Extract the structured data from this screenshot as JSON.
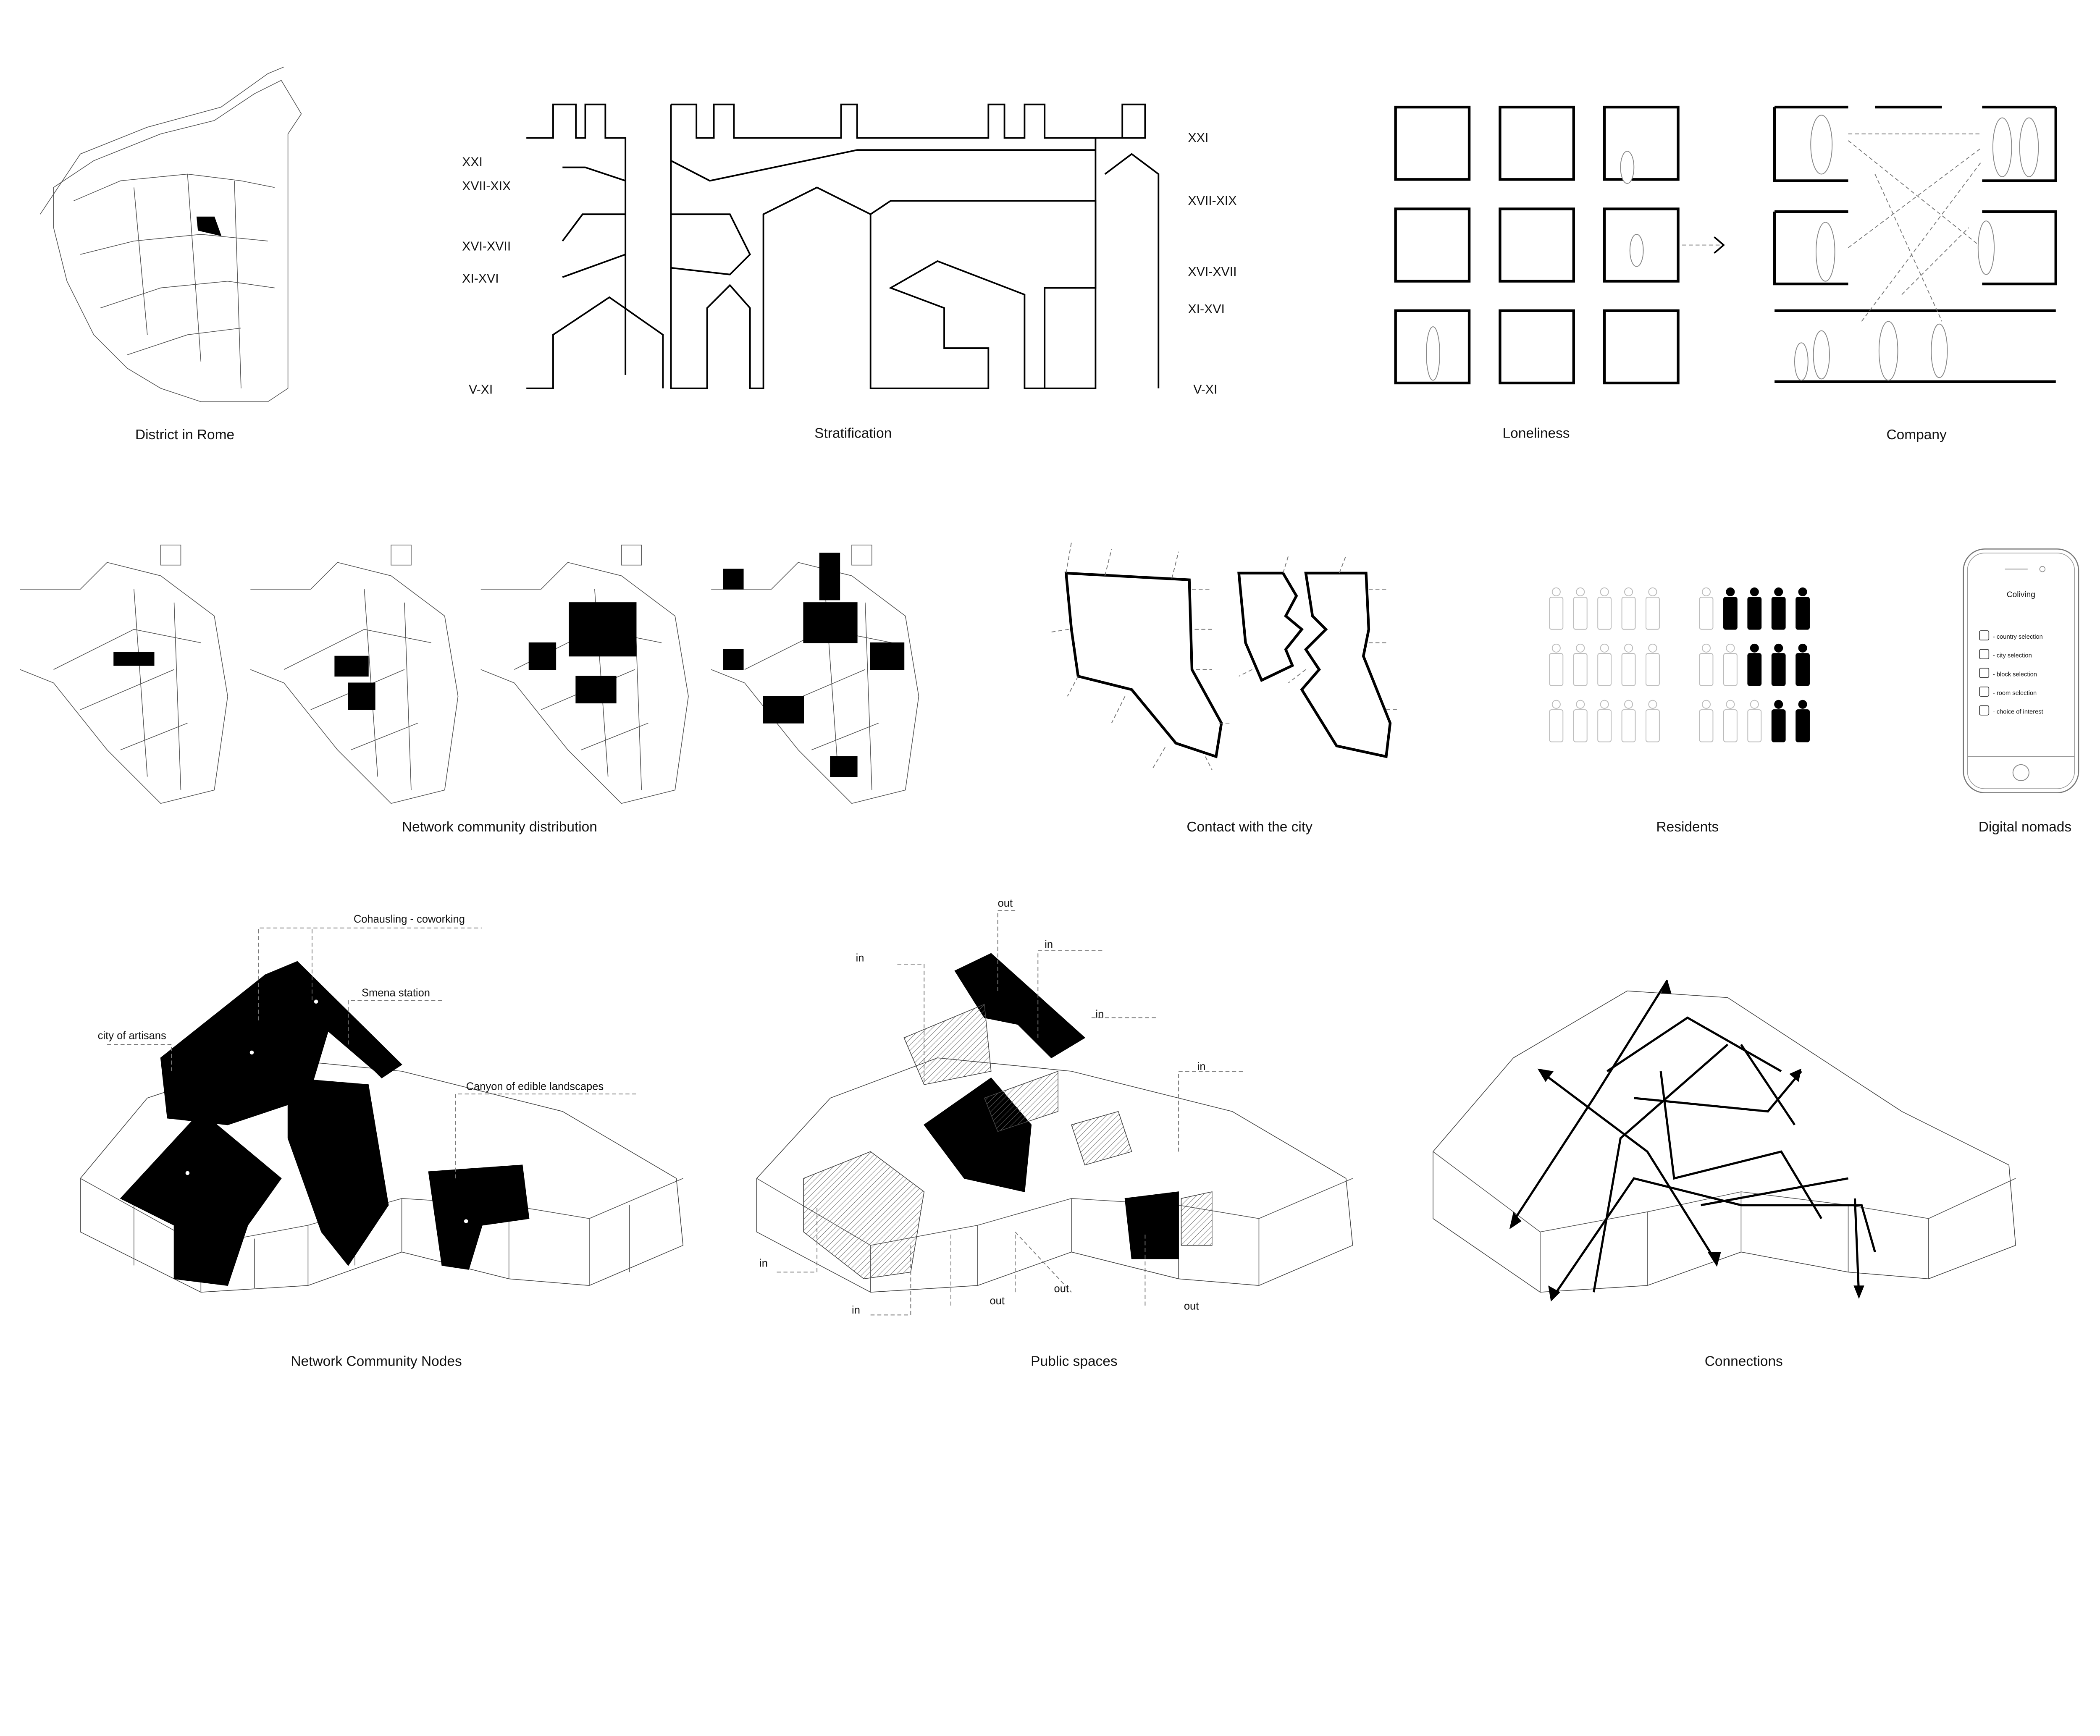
{
  "captions": {
    "district": "District in Rome",
    "stratification": "Stratification",
    "loneliness": "Loneliness",
    "company": "Company",
    "network_distribution": "Network community distribution",
    "contact": "Contact with the city",
    "residents": "Residents",
    "digital_nomads": "Digital nomads",
    "nodes": "Network Community Nodes",
    "public_spaces": "Public spaces",
    "connections": "Connections"
  },
  "stratification": {
    "left": [
      "XXI",
      "XVII-XIX",
      "XVI-XVII",
      "XI-XVI",
      "V-XI"
    ],
    "right": [
      "XXI",
      "XVII-XIX",
      "XVI-XVII",
      "XI-XVI",
      "V-XI"
    ]
  },
  "phone": {
    "title": "Coliving",
    "items": [
      {
        "icon": "globe-icon",
        "label": "- country selection"
      },
      {
        "icon": "buildings-icon",
        "label": "- city selection"
      },
      {
        "icon": "house-icon",
        "label": "- block selection"
      },
      {
        "icon": "bed-icon",
        "label": "- room selection"
      },
      {
        "icon": "leaf-icon",
        "label": "- choice of interest"
      }
    ]
  },
  "nodes_labels": {
    "cohousing": "Cohausling - coworking",
    "smena": "Smena station",
    "artisans": "city of artisans",
    "canyon": "Canyon of edible landscapes"
  },
  "public_labels": [
    "out",
    "in",
    "in",
    "in",
    "in",
    "in",
    "in",
    "out",
    "out",
    "out"
  ],
  "residents": {
    "rows": 3,
    "cols": 5,
    "filled_per_row": [
      4,
      3,
      2
    ]
  },
  "colors": {
    "ink": "#000000",
    "paper": "#ffffff",
    "dash": "#777777"
  }
}
